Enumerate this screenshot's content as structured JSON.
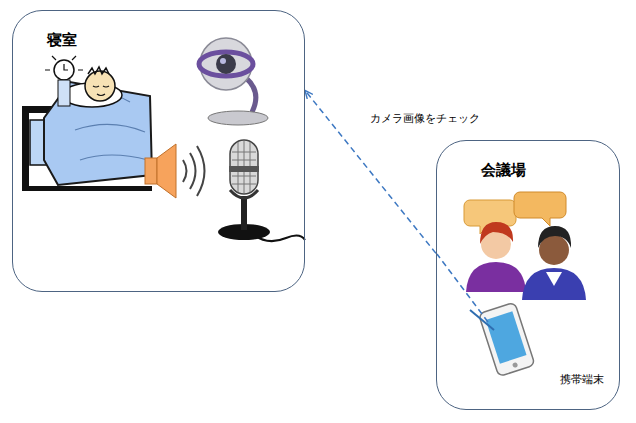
{
  "diagram": {
    "nodes": [
      {
        "text": [
          "寝室"
        ]
      },
      {
        "text": [
          "会議場"
        ]
      }
    ],
    "edges": [
      {
        "from": 1,
        "to": 0,
        "arrow": "to",
        "label": "カメラ画像をチェック"
      }
    ],
    "labels": [
      "携帯端末"
    ]
  }
}
